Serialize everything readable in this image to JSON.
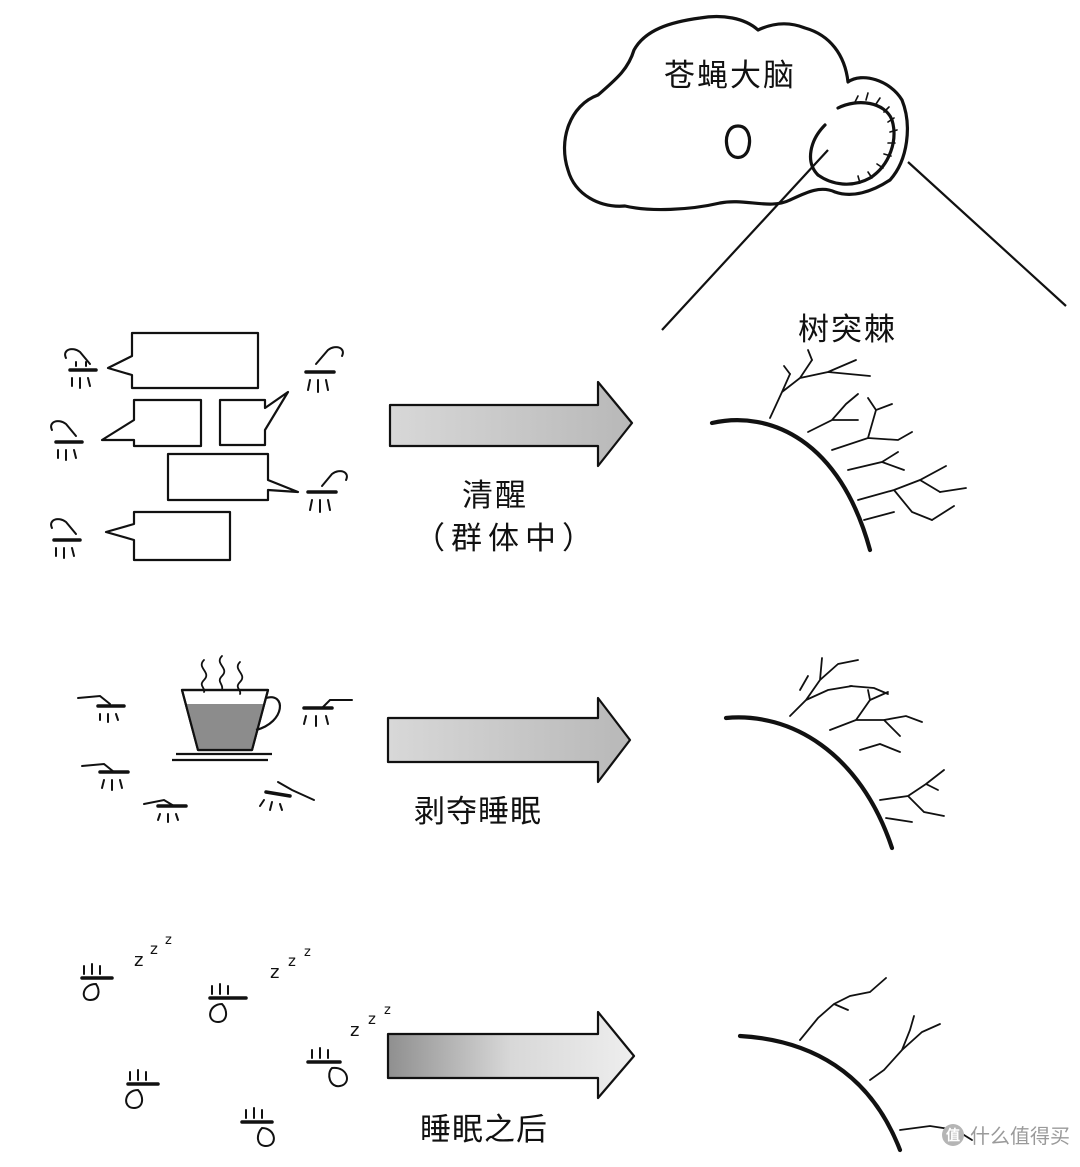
{
  "labels": {
    "brain": "苍蝇大脑",
    "dendrite": "树突棘",
    "awake": "清醒",
    "awake_group": "（群体中）",
    "deprived": "剥夺睡眠",
    "after_sleep": "睡眠之后"
  },
  "sleep_marks": {
    "z": "z"
  },
  "watermark": {
    "badge": "值",
    "text": "什么值得买"
  },
  "colors": {
    "ink": "#111111",
    "arrow_fill": "#c9c9c9",
    "cup_fill": "#8c8c8c"
  }
}
